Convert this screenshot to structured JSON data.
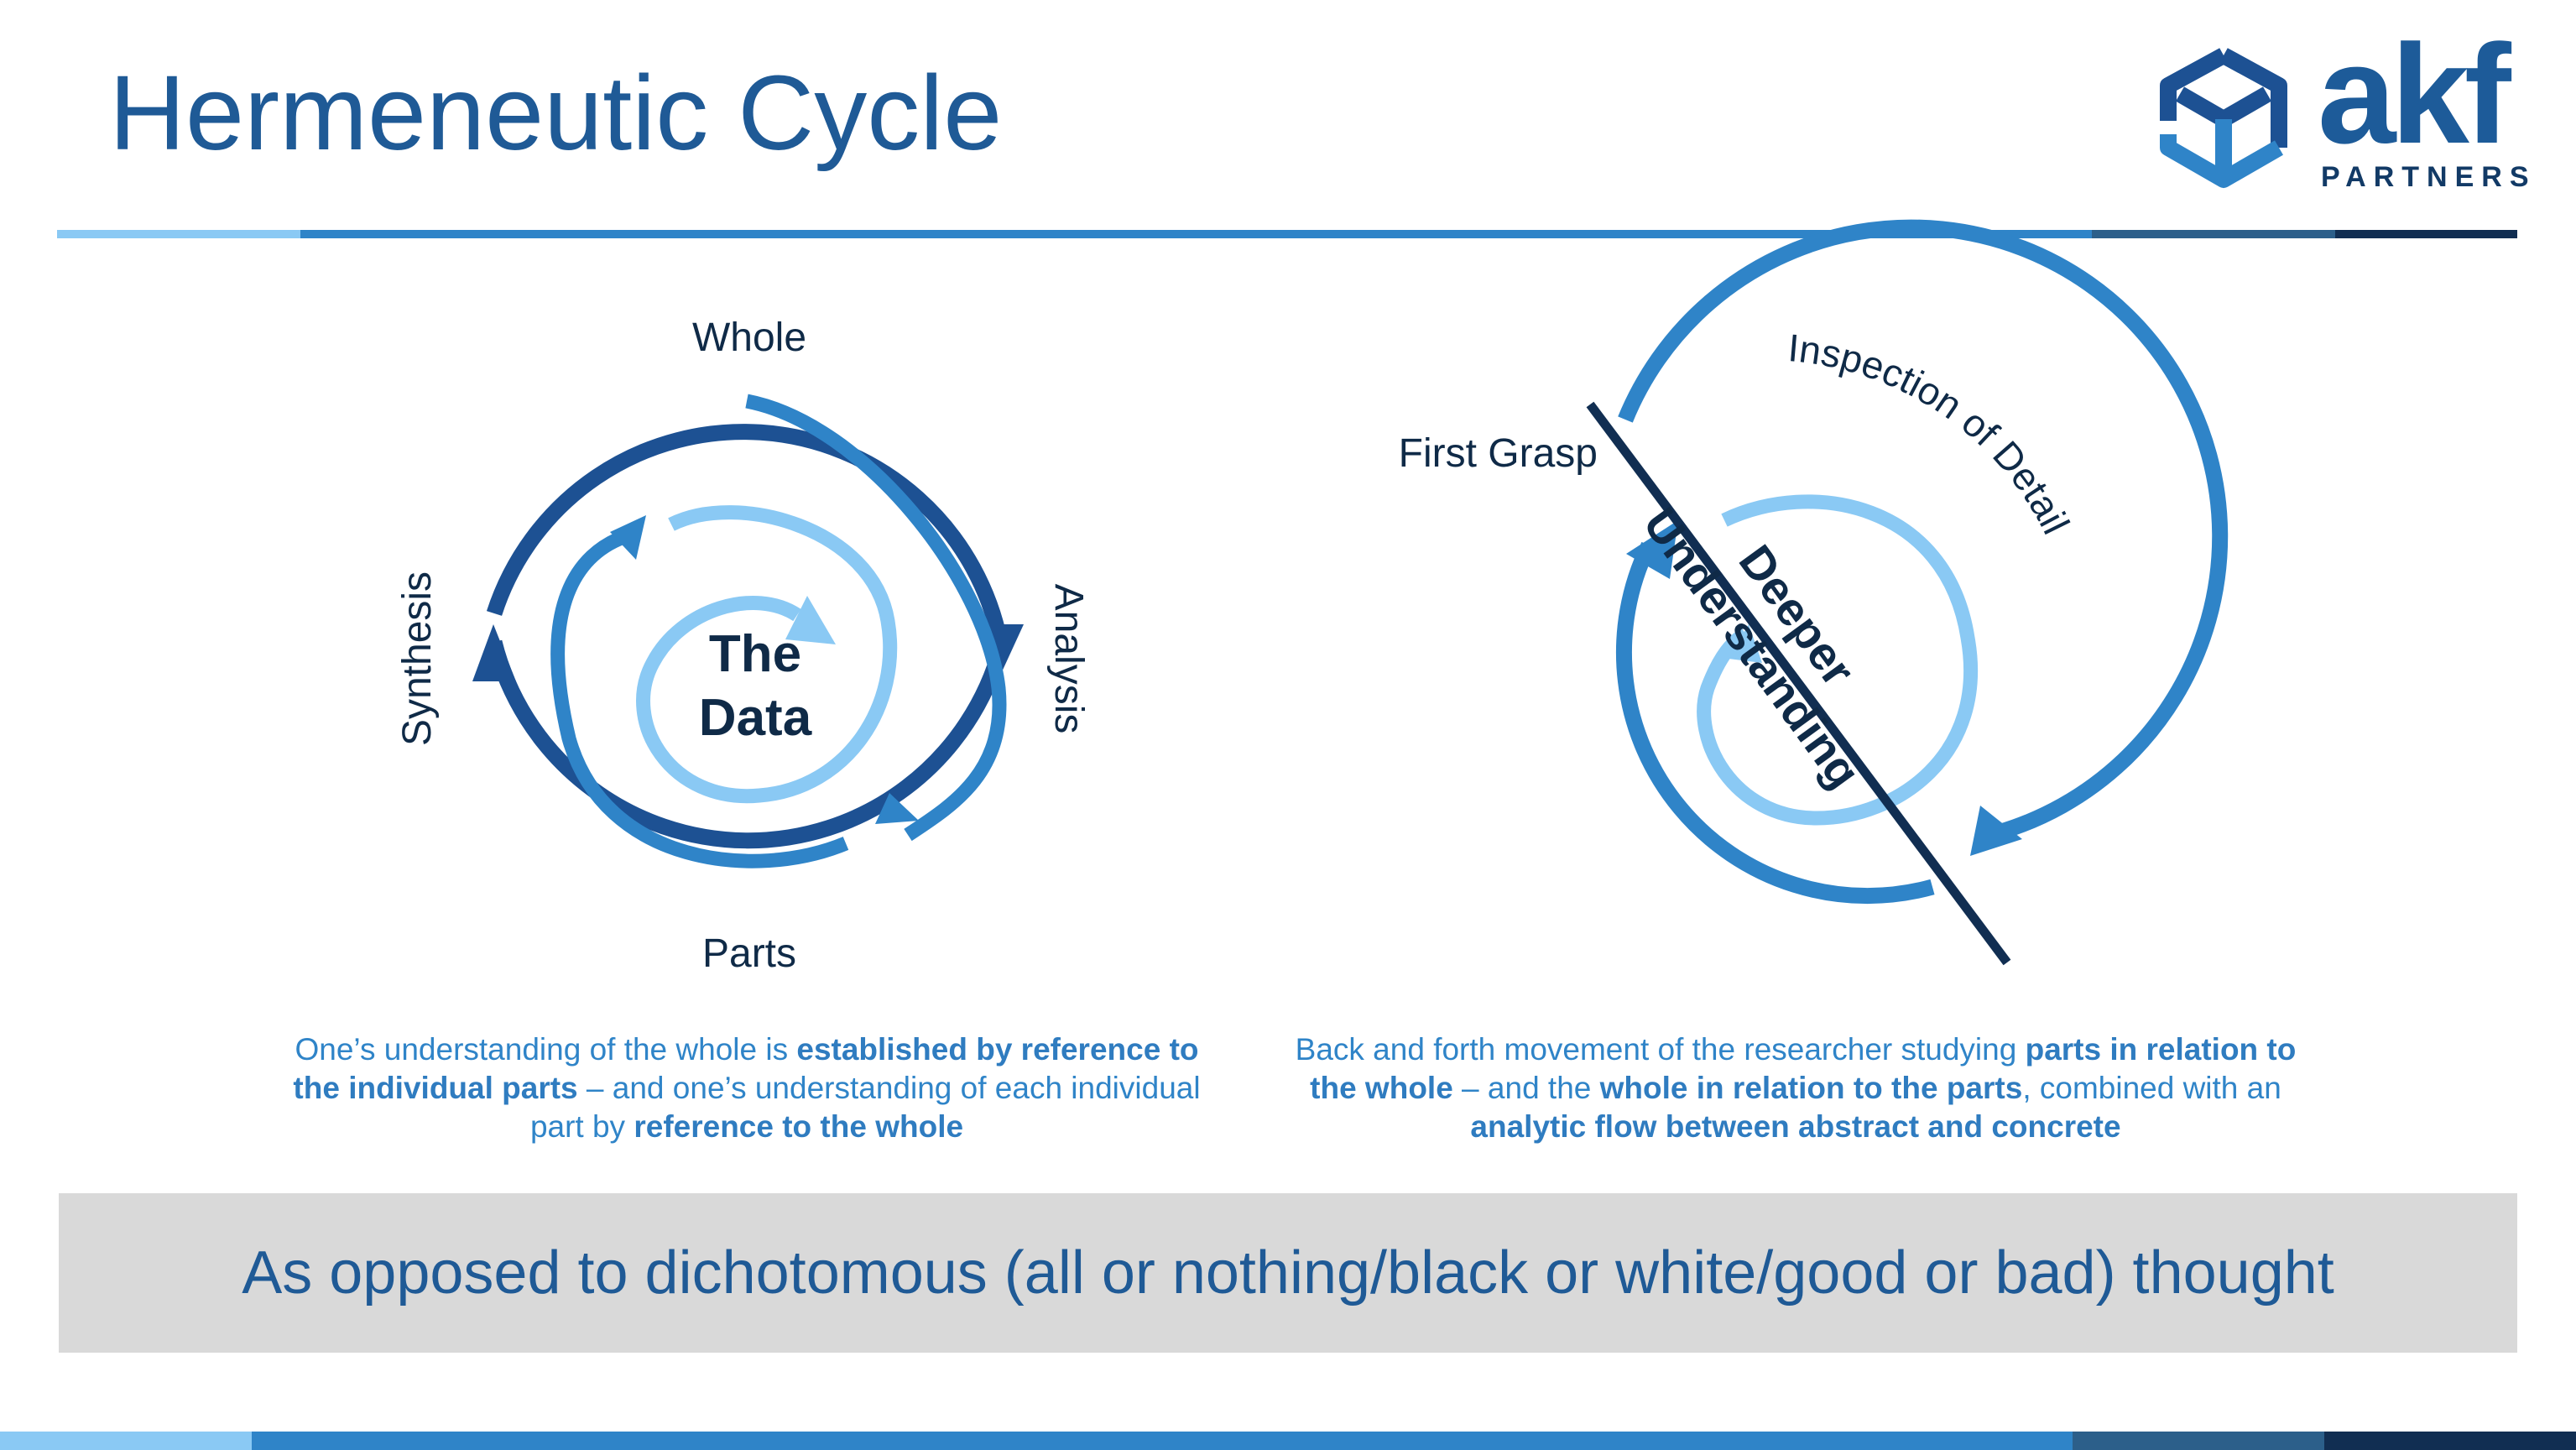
{
  "slide": {
    "title": "Hermeneutic Cycle",
    "logo": {
      "word": "akf",
      "sub": "PARTNERS"
    }
  },
  "colors": {
    "title": "#1f5a96",
    "navy": "#1d5193",
    "mid_blue": "#2f84c8",
    "light_blue": "#8ac9f4",
    "dark_navy": "#112e52",
    "banner_bg": "#d9d9d9",
    "bar_segments": [
      "#8ac9f4",
      "#2f84c8",
      "#1d5b99",
      "#2c5f8a",
      "#112e52"
    ]
  },
  "left_diagram": {
    "top_label": "Whole",
    "bottom_label": "Parts",
    "left_label": "Synthesis",
    "right_label": "Analysis",
    "center_line1": "The",
    "center_line2": "Data"
  },
  "right_diagram": {
    "first_grasp_label": "First Grasp",
    "arc_label": "Inspection of Detail",
    "center_line1": "Deeper",
    "center_line2": "Understanding"
  },
  "captions": {
    "left": {
      "p1": "One’s understanding of the whole is ",
      "b1": "established by reference to the individual parts",
      "p2": " – and one’s understanding of each individual part by ",
      "b2": "reference to the whole"
    },
    "right": {
      "p1": "Back and forth movement of the researcher studying ",
      "b1": "parts in relation to the whole",
      "p2": " – and the ",
      "b2": "whole in relation to the parts",
      "p3": ", combined with an ",
      "b3": "analytic flow between abstract and concrete"
    }
  },
  "banner": {
    "text": "As opposed to dichotomous (all or nothing/black or white/good or bad) thought"
  }
}
